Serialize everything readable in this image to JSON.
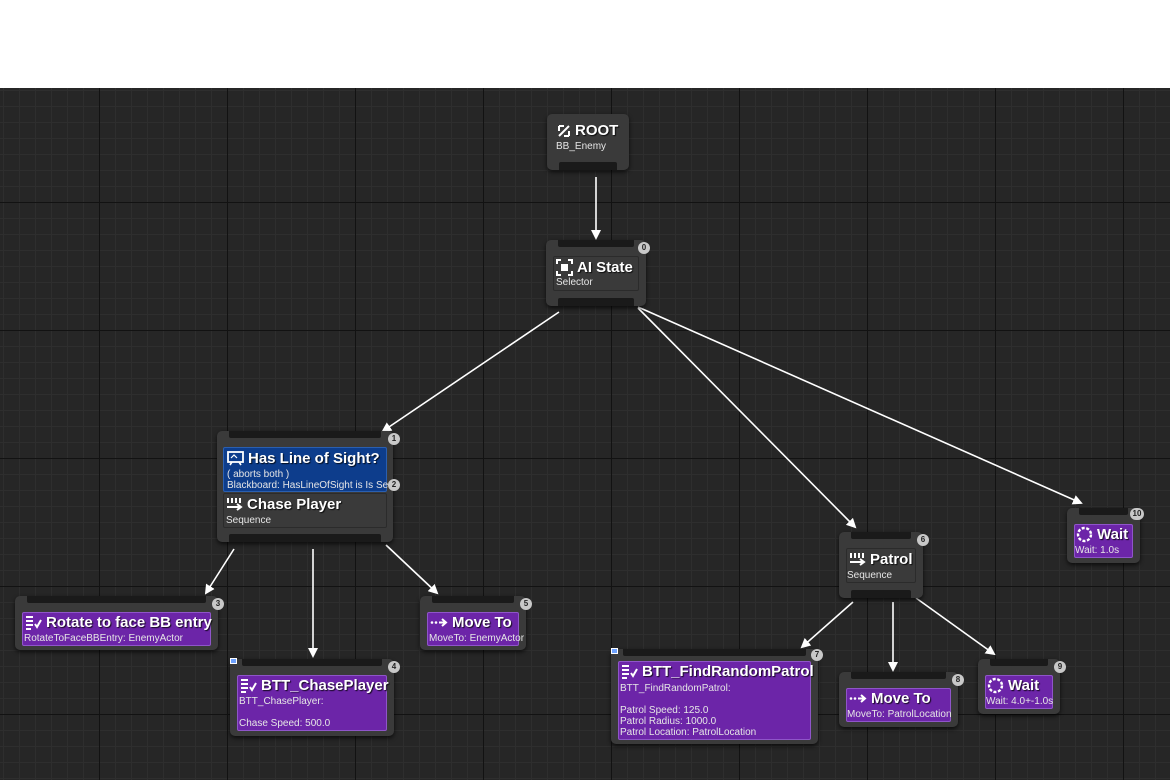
{
  "colors": {
    "task": "#6c25a8",
    "decorator": "#0d3d8c",
    "composite": "#3a3a3a",
    "wire": "#ffffff",
    "graph_bg": "#262626"
  },
  "nodes": {
    "root": {
      "title": "ROOT",
      "sub": "BB_Enemy",
      "icon": "root-icon"
    },
    "ai_state": {
      "title": "AI State",
      "sub": "Selector",
      "badge": "0",
      "icon": "selector-icon"
    },
    "has_los": {
      "title": "Has Line of Sight?",
      "abort": "( aborts both )",
      "condition": "Blackboard: HasLineOfSight is Is Set",
      "badge": "1",
      "badge2": "2",
      "icon": "blackboard-decorator-icon"
    },
    "chase_player": {
      "title": "Chase Player",
      "sub": "Sequence",
      "icon": "sequence-icon"
    },
    "rotate": {
      "title": "Rotate to face BB entry",
      "sub": "RotateToFaceBBEntry: EnemyActor",
      "badge": "3",
      "icon": "task-icon"
    },
    "btt_chase": {
      "title": "BTT_ChasePlayer",
      "sub": "BTT_ChasePlayer:",
      "detail": "Chase Speed: 500.0",
      "badge": "4",
      "icon": "task-icon"
    },
    "move_to_enemy": {
      "title": "Move To",
      "sub": "MoveTo: EnemyActor",
      "badge": "5",
      "icon": "move-to-icon"
    },
    "patrol": {
      "title": "Patrol",
      "sub": "Sequence",
      "badge": "6",
      "icon": "sequence-icon"
    },
    "btt_find": {
      "title": "BTT_FindRandomPatrol",
      "sub": "BTT_FindRandomPatrol:",
      "line1": "Patrol Speed: 125.0",
      "line2": "Patrol Radius: 1000.0",
      "line3": "Patrol Location: PatrolLocation",
      "badge": "7",
      "icon": "task-icon"
    },
    "move_to_patrol": {
      "title": "Move To",
      "sub": "MoveTo: PatrolLocation",
      "badge": "8",
      "icon": "move-to-icon"
    },
    "wait_random": {
      "title": "Wait",
      "sub": "Wait: 4.0+-1.0s",
      "badge": "9",
      "icon": "wait-icon"
    },
    "wait_fixed": {
      "title": "Wait",
      "sub": "Wait: 1.0s",
      "badge": "10",
      "icon": "wait-icon"
    }
  }
}
